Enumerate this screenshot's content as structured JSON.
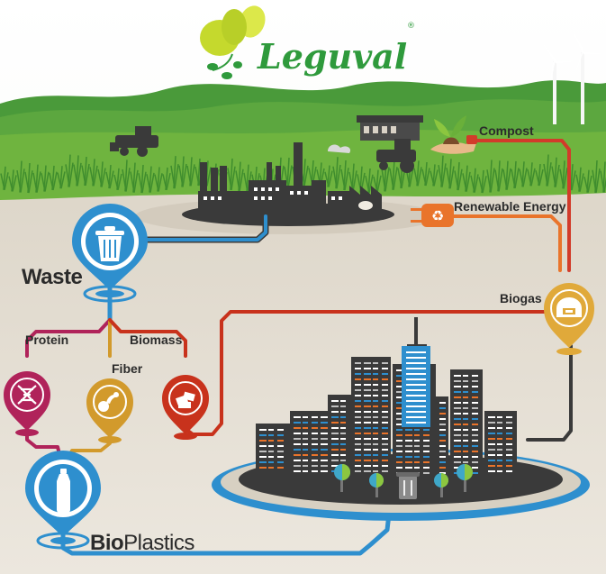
{
  "brand": {
    "name": "Leguval",
    "registered_mark": "®"
  },
  "labels": {
    "compost": "Compost",
    "renewable_energy": "Renewable Energy",
    "biogas": "Biogas",
    "waste": "Waste",
    "protein": "Protein",
    "fiber": "Fiber",
    "biomass": "Biomass",
    "bioplastics_prefix": "Bio",
    "bioplastics_suffix": "Plastics"
  },
  "icons": {
    "waste": "trash-bin-icon",
    "protein": "dna-icon",
    "fiber": "fiber-icon",
    "biomass": "biomass-icon",
    "bioplastics": "bottle-icon",
    "biogas": "biogas-dome-icon",
    "renewable_energy": "recycle-plug-icon",
    "compost": "plant-in-hand-icon"
  },
  "colors": {
    "sky": "#ffffff",
    "hills": "#4a9a3a",
    "crops": "#6fb43f",
    "ground": "#e8e2d8",
    "waste_blue": "#2e8fce",
    "protein_magenta": "#b0235a",
    "fiber_ochre": "#d29a2c",
    "biomass_red": "#c8321c",
    "biogas_ochre": "#e0a93a",
    "energy_orange": "#e9742b",
    "city_dark": "#3a3a3a",
    "logo_green": "#2f9a3c",
    "logo_lime": "#c5d92d"
  }
}
